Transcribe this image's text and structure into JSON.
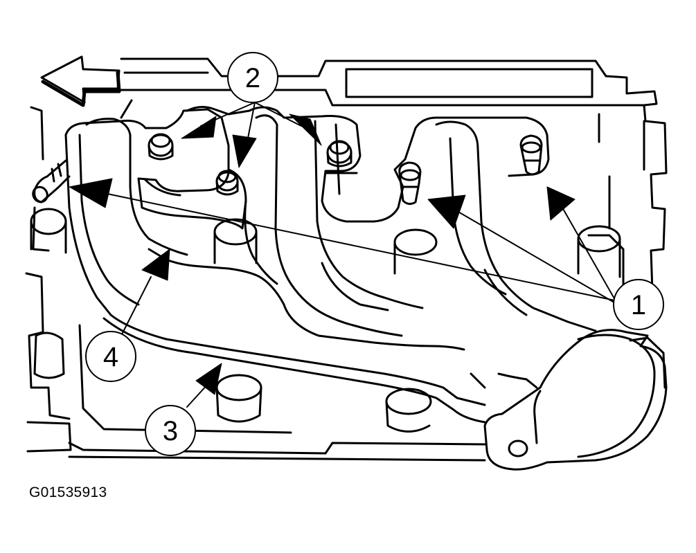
{
  "figure_code": "G01535913",
  "callouts": [
    {
      "id": "1",
      "label": "1"
    },
    {
      "id": "2",
      "label": "2"
    },
    {
      "id": "3",
      "label": "3"
    },
    {
      "id": "4",
      "label": "4"
    }
  ],
  "icons": {
    "direction": "front-arrow-icon",
    "stud": "stud-icon",
    "bolt": "bolt-icon"
  },
  "colors": {
    "line": "#000000",
    "background": "#ffffff"
  }
}
